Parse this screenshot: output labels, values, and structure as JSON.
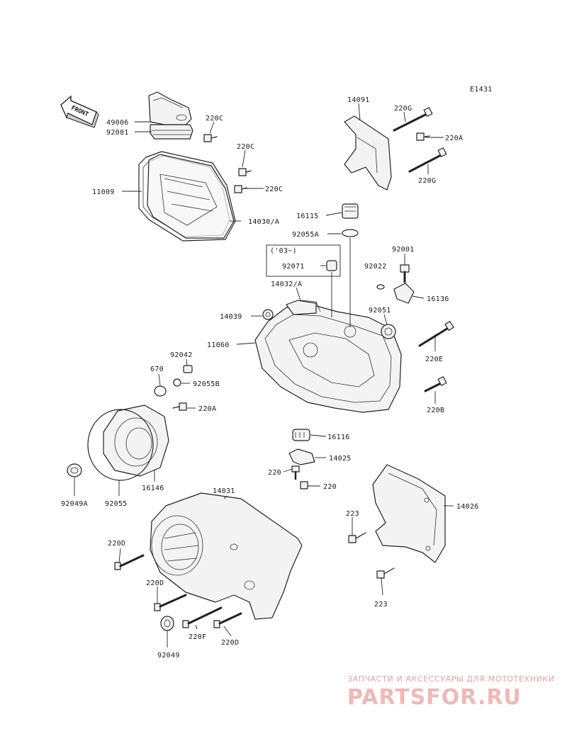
{
  "diagram": {
    "code": "E1431",
    "front_label": "FRONT",
    "version_note": "('03~)",
    "callouts": {
      "p49006": "49006",
      "p92081": "92081",
      "p220c_1": "220C",
      "p220c_2": "220C",
      "p220c_3": "220C",
      "p11009": "11009",
      "p14030a": "14030/A",
      "p14091": "14091",
      "p220g_1": "220G",
      "p220a_1": "220A",
      "p220g_2": "220G",
      "p16115": "16115",
      "p92055a": "92055A",
      "p92001": "92001",
      "p92071": "92071",
      "p92022": "92022",
      "p14032a": "14032/A",
      "p16136": "16136",
      "p14039": "14039",
      "p92051": "92051",
      "p11060": "11060",
      "p220e": "220E",
      "p92042": "92042",
      "p670": "670",
      "p92055b": "92055B",
      "p220b": "220B",
      "p220a_2": "220A",
      "p16116": "16116",
      "p14025": "14025",
      "p220_1": "220",
      "p220_2": "220",
      "p92049a": "92049A",
      "p92055": "92055",
      "p16146": "16146",
      "p14031": "14031",
      "p14026": "14026",
      "p223_1": "223",
      "p220d_1": "220D",
      "p220d_2": "220D",
      "p223_2": "223",
      "p220f": "220F",
      "p220d_3": "220D",
      "p92049": "92049"
    }
  },
  "watermark": {
    "tagline": "ЗАПЧАСТИ И АКСЕССУАРЫ ДЛЯ МОТОТЕХНИКИ",
    "brand": "PARTSFOR.RU"
  }
}
